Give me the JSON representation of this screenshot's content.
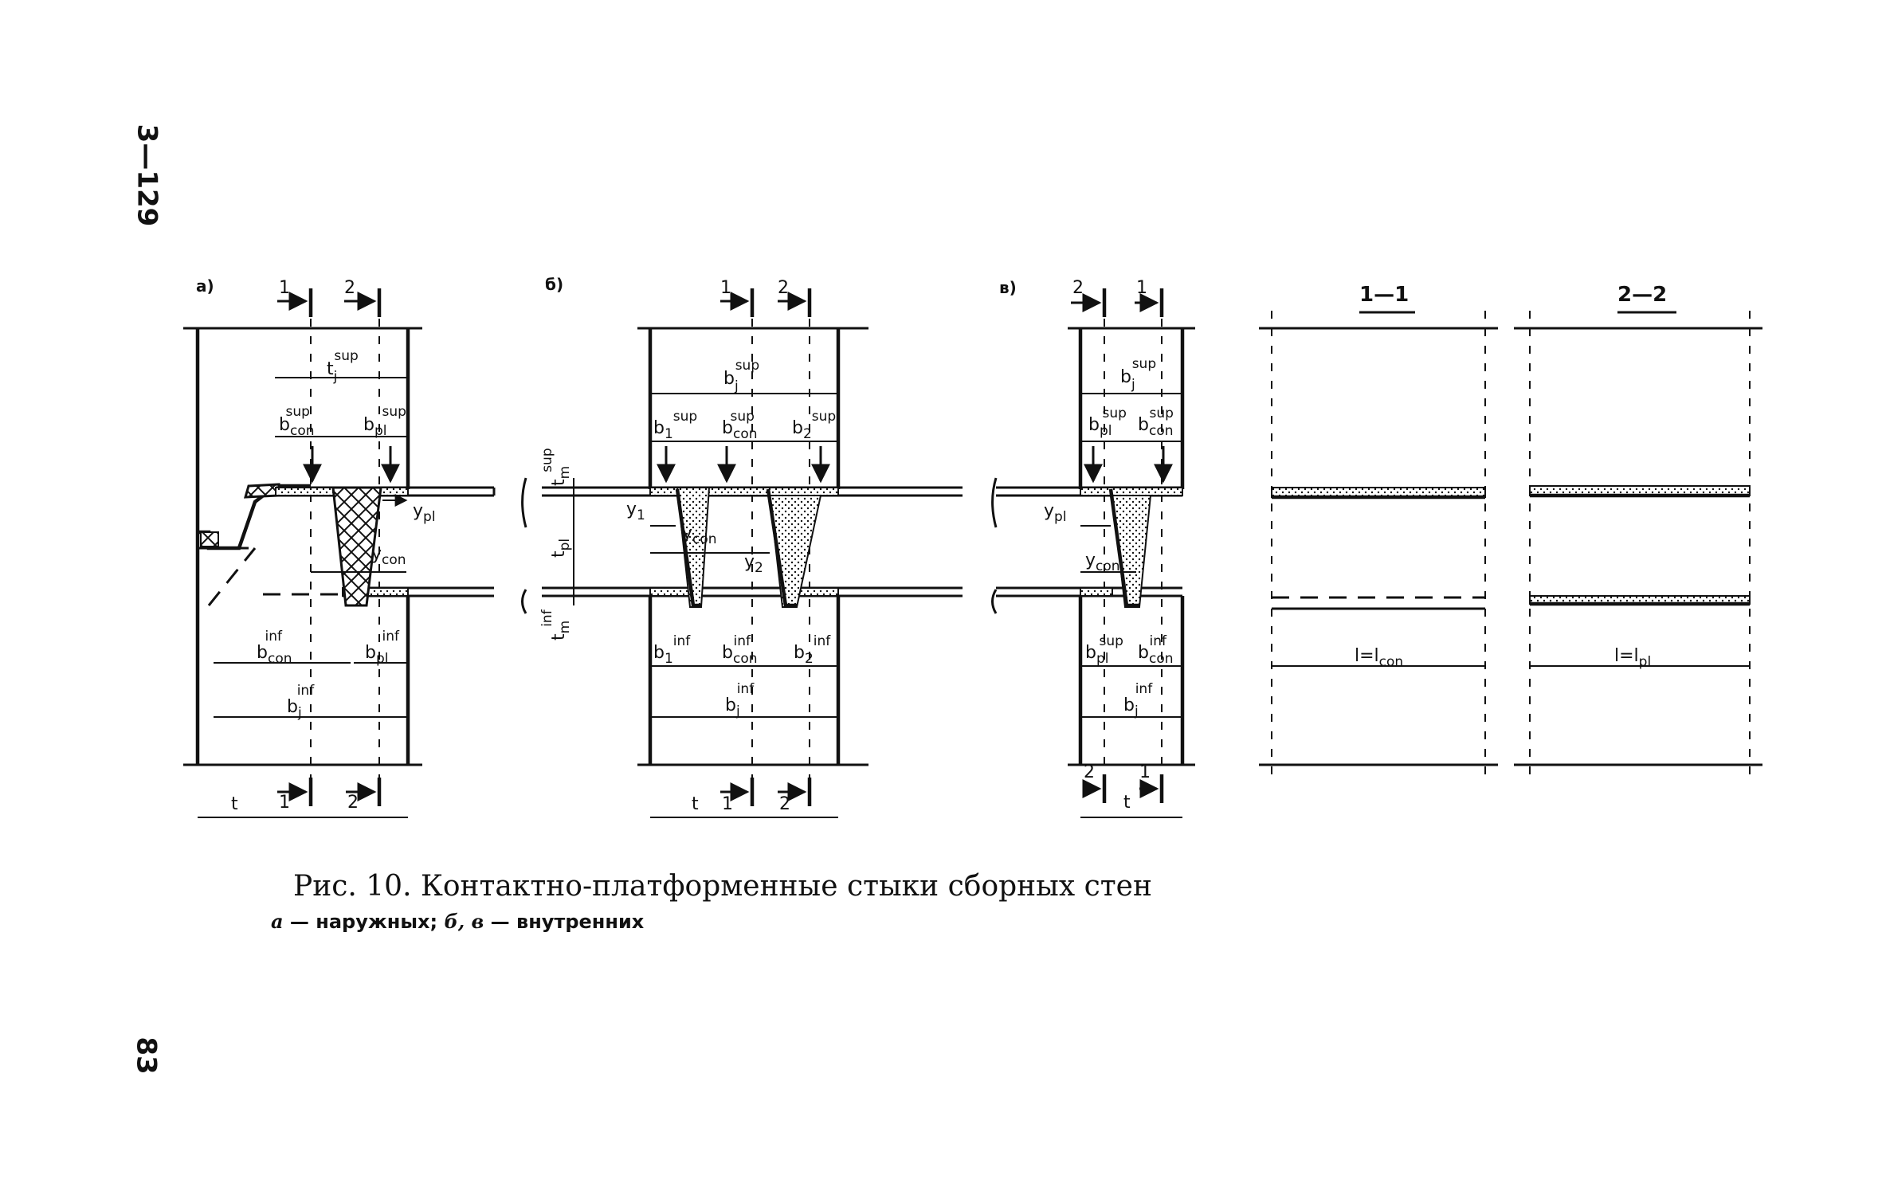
{
  "page": {
    "side_code": "3—129",
    "page_number": "83"
  },
  "caption": {
    "title": "Рис. 10. Контактно-платформенные стыки сборных стен",
    "legend_a": "а",
    "legend_a_text": " — наружных; ",
    "legend_bv": "б, в",
    "legend_bv_text": " — внутренних"
  },
  "panels": {
    "a": {
      "tag": "а)"
    },
    "b": {
      "tag": "б)"
    },
    "v": {
      "tag": "в)"
    }
  },
  "labels": {
    "t": "t",
    "b": "b",
    "y": "y",
    "j": "j",
    "con": "con",
    "pl": "pl",
    "m": "m",
    "sub1": "1",
    "sub2": "2",
    "sup": "sup",
    "inf": "inf",
    "cut1": "1",
    "cut2": "2"
  },
  "sections": {
    "s1": {
      "title": "1—1",
      "length": "l=l",
      "length_sub": "con"
    },
    "s2": {
      "title": "2—2",
      "length": "l=l",
      "length_sub": "pl"
    }
  }
}
